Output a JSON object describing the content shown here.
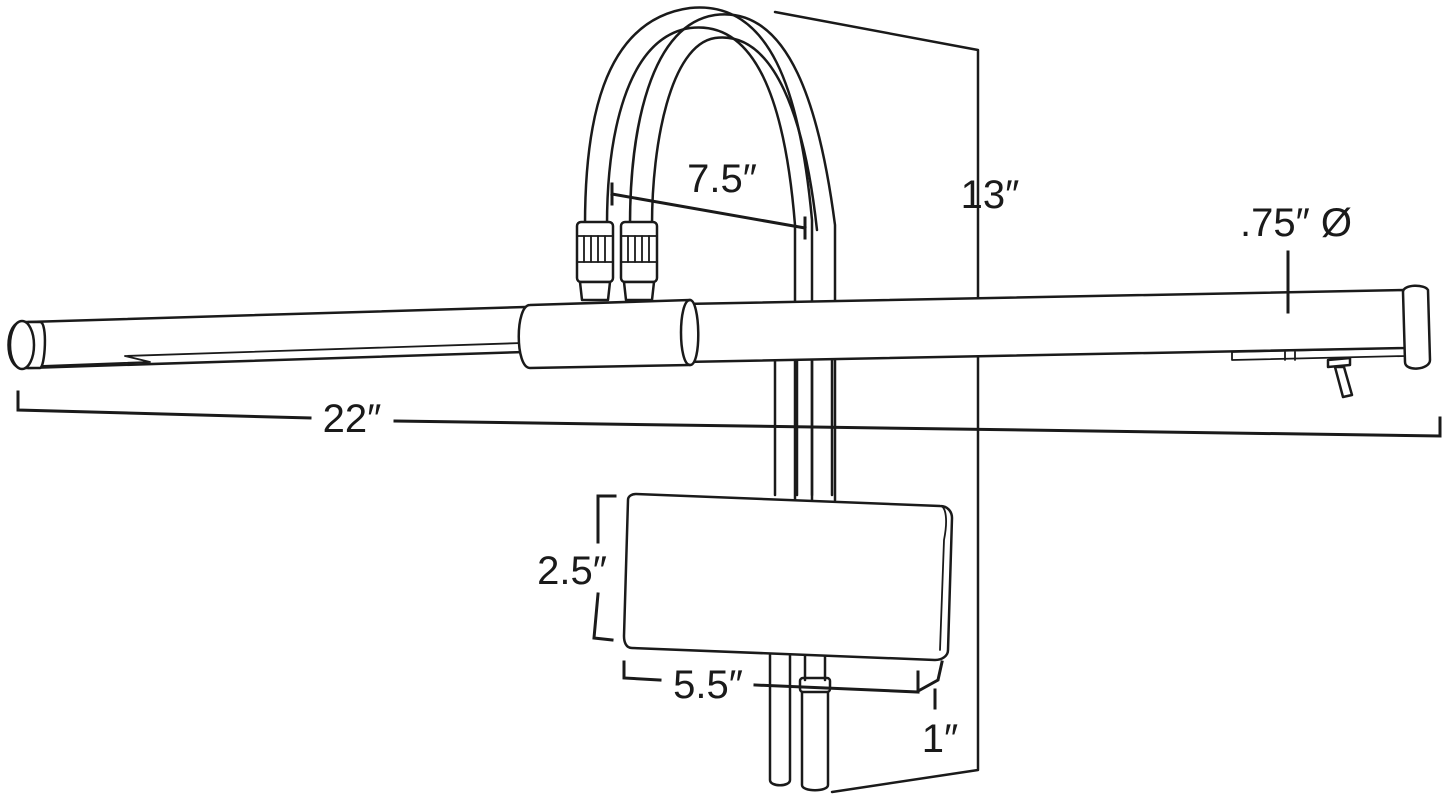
{
  "dimensions": {
    "length": "22″",
    "height": "13″",
    "arm_spread": "7.5″",
    "diameter": ".75″ Ø",
    "base_height": "2.5″",
    "base_width": "5.5″",
    "base_depth": "1″"
  },
  "colors": {
    "line": "#1a1a1a",
    "background": "#ffffff"
  }
}
